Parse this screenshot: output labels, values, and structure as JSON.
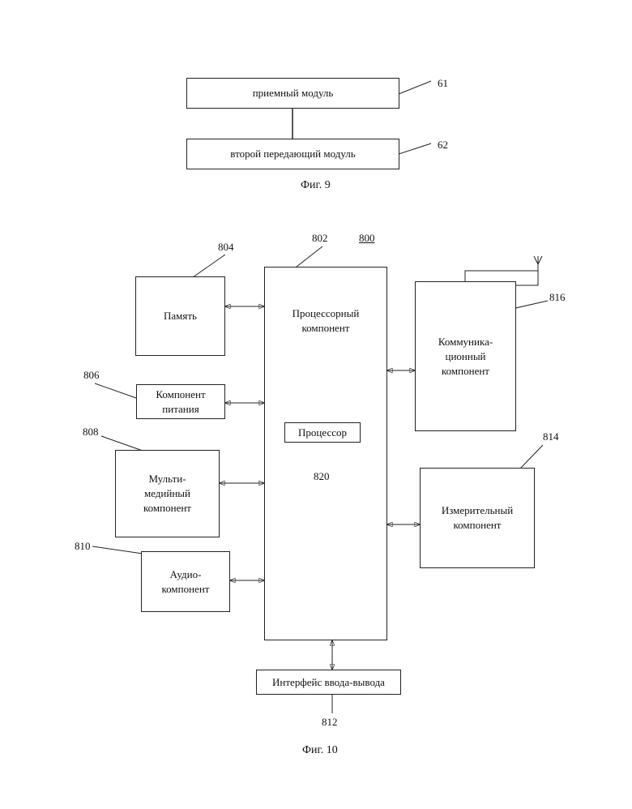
{
  "fig9": {
    "receiving_module": "приемный модуль",
    "second_transmitting_module": "второй передающий модуль",
    "ref_61": "61",
    "ref_62": "62",
    "caption": "Фиг. 9"
  },
  "fig10": {
    "ref_800": "800",
    "ref_802": "802",
    "processor_component": "Процессорный\nкомпонент",
    "processor": "Процессор",
    "ref_820": "820",
    "memory": "Память",
    "ref_804": "804",
    "power_component": "Компонент\nпитания",
    "ref_806": "806",
    "multimedia_component": "Мульти-\nмедийный\nкомпонент",
    "ref_808": "808",
    "audio_component": "Аудио-\nкомпонент",
    "ref_810": "810",
    "io_interface": "Интерфейс ввода-вывода",
    "ref_812": "812",
    "communication_component": "Коммуника-\nционный\nкомпонент",
    "ref_816": "816",
    "sensor_component": "Измерительный\nкомпонент",
    "ref_814": "814",
    "caption": "Фиг. 10"
  }
}
